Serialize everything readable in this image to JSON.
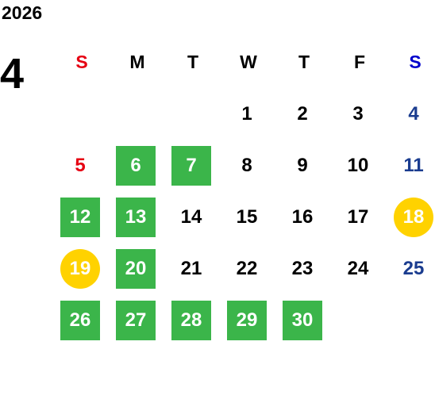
{
  "year": "2026",
  "month": "4",
  "weekdays": [
    {
      "label": "S",
      "color": "#e60012"
    },
    {
      "label": "M",
      "color": "#000000"
    },
    {
      "label": "T",
      "color": "#000000"
    },
    {
      "label": "W",
      "color": "#000000"
    },
    {
      "label": "T",
      "color": "#000000"
    },
    {
      "label": "F",
      "color": "#000000"
    },
    {
      "label": "S",
      "color": "#0000cc"
    }
  ],
  "colors": {
    "sunday_text": "#e60012",
    "saturday_text": "#1a3c8f",
    "green_highlight": "#3bb54a",
    "yellow_highlight": "#ffd200"
  },
  "weeks": [
    [
      null,
      null,
      null,
      {
        "day": "1"
      },
      {
        "day": "2"
      },
      {
        "day": "3"
      },
      {
        "day": "4",
        "style": "sat"
      }
    ],
    [
      {
        "day": "5",
        "style": "sun"
      },
      {
        "day": "6",
        "style": "green"
      },
      {
        "day": "7",
        "style": "green"
      },
      {
        "day": "8"
      },
      {
        "day": "9"
      },
      {
        "day": "10"
      },
      {
        "day": "11",
        "style": "sat"
      }
    ],
    [
      {
        "day": "12",
        "style": "green"
      },
      {
        "day": "13",
        "style": "green"
      },
      {
        "day": "14"
      },
      {
        "day": "15"
      },
      {
        "day": "16"
      },
      {
        "day": "17"
      },
      {
        "day": "18",
        "style": "yellow"
      }
    ],
    [
      {
        "day": "19",
        "style": "yellow"
      },
      {
        "day": "20",
        "style": "green"
      },
      {
        "day": "21"
      },
      {
        "day": "22"
      },
      {
        "day": "23"
      },
      {
        "day": "24"
      },
      {
        "day": "25",
        "style": "sat"
      }
    ],
    [
      {
        "day": "26",
        "style": "green"
      },
      {
        "day": "27",
        "style": "green"
      },
      {
        "day": "28",
        "style": "green"
      },
      {
        "day": "29",
        "style": "green"
      },
      {
        "day": "30",
        "style": "green"
      },
      null,
      null
    ]
  ]
}
